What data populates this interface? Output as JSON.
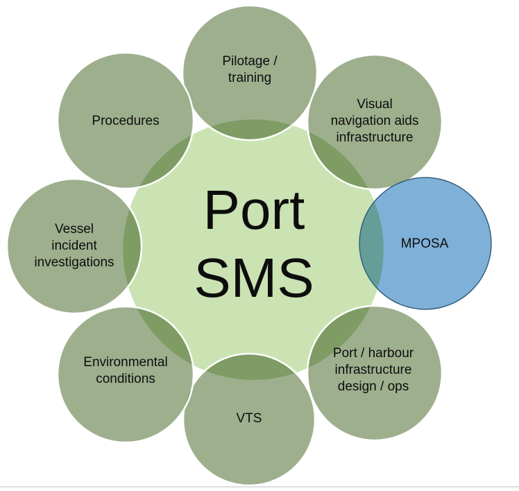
{
  "diagram": {
    "center": {
      "label": "Port\nSMS"
    },
    "satellites": [
      {
        "id": "pilotage-training",
        "label": "Pilotage /\ntraining"
      },
      {
        "id": "visual-navigation",
        "label": "Visual\nnavigation aids\ninfrastructure"
      },
      {
        "id": "mposa",
        "label": "MPOSA"
      },
      {
        "id": "port-harbour",
        "label": "Port / harbour\ninfrastructure\ndesign / ops"
      },
      {
        "id": "vts",
        "label": "VTS"
      },
      {
        "id": "environmental",
        "label": "Environmental\nconditions"
      },
      {
        "id": "vessel-incident",
        "label": "Vessel\nincident\ninvestigations"
      },
      {
        "id": "procedures",
        "label": "Procedures"
      }
    ]
  },
  "colors": {
    "background": "#ffffff",
    "center_fill": "#cbe3b3",
    "center_ring": "#ffffff",
    "satellite_fill": "#9eaf8e",
    "satellite_ring": "#ffffff",
    "mposa_fill": "#7fb0d8",
    "mposa_ring": "#31607c",
    "text": "#0d0d0d",
    "bottom_edge": "#dcdfe1"
  }
}
